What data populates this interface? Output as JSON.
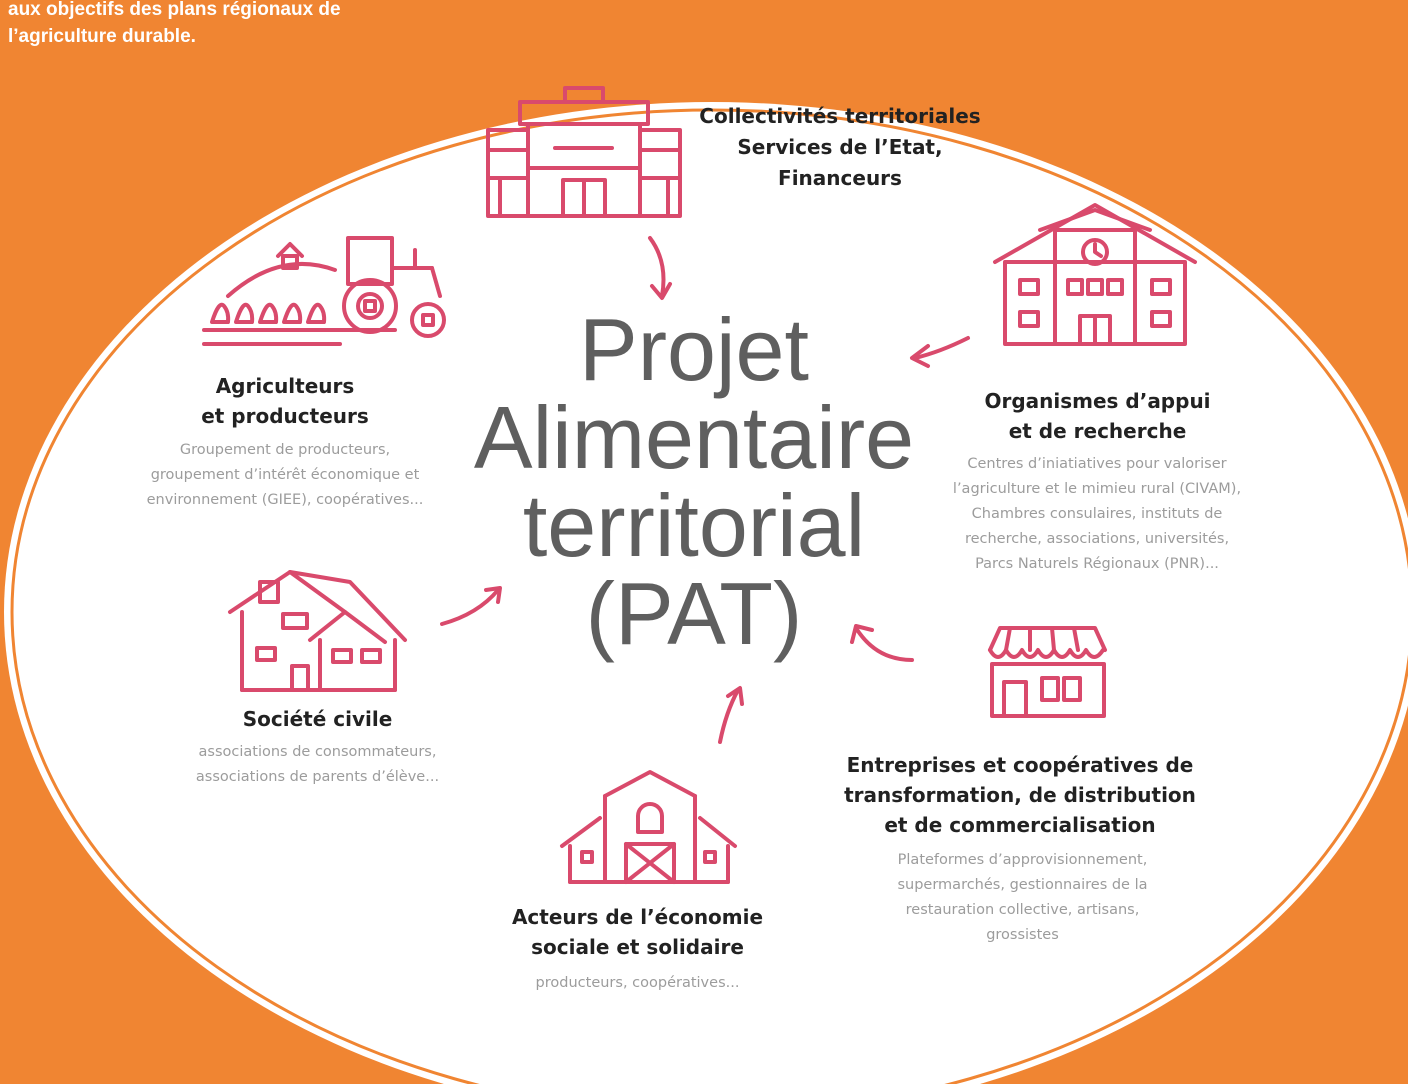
{
  "intro_lines": [
    "aux objectifs des plans régionaux de",
    "l’agriculture durable."
  ],
  "center_title_lines": [
    "Projet",
    "Alimentaire",
    "territorial",
    "(PAT)"
  ],
  "actors": {
    "collectivites": {
      "icon": "town-hall-icon",
      "title_lines": [
        "Collectivités territoriales",
        "Services de l’Etat,",
        "Financeurs"
      ]
    },
    "organismes": {
      "icon": "school-clock-building-icon",
      "title_lines": [
        "Organismes d’appui",
        "et de recherche"
      ],
      "desc_lines": [
        "Centres d’iniatiatives pour valoriser",
        "l’agriculture et le mimieu rural (CIVAM),",
        "Chambres consulaires, instituts de",
        "recherche, associations, universités,",
        "Parcs Naturels Régionaux (PNR)..."
      ]
    },
    "entreprises": {
      "icon": "storefront-icon",
      "title_lines": [
        "Entreprises et coopératives de",
        "transformation, de distribution",
        "et de commercialisation"
      ],
      "desc_lines": [
        "Plateformes d’approvisionnement,",
        "supermarchés, gestionnaires de la",
        "restauration collective, artisans,",
        "grossistes"
      ]
    },
    "economie": {
      "icon": "barn-icon",
      "title_lines": [
        "Acteurs de l’économie",
        "sociale et solidaire"
      ],
      "desc_lines": [
        "producteurs, coopératives..."
      ]
    },
    "societe": {
      "icon": "house-icon",
      "title_lines": [
        "Société civile"
      ],
      "desc_lines": [
        "associations de consommateurs,",
        "associations de parents d’élève..."
      ]
    },
    "agriculteurs": {
      "icon": "tractor-farm-icon",
      "title_lines": [
        "Agriculteurs",
        "et producteurs"
      ],
      "desc_lines": [
        "Groupement de producteurs,",
        "groupement d’intérêt économique et",
        "environnement (GIEE), coopératives..."
      ]
    }
  },
  "colors": {
    "background": "#f08532",
    "ellipse": "#ffffff",
    "icon": "#d94a6c",
    "title_text": "#222222",
    "desc_text": "#9c9c9c",
    "center_text": "#5f5f5f"
  }
}
